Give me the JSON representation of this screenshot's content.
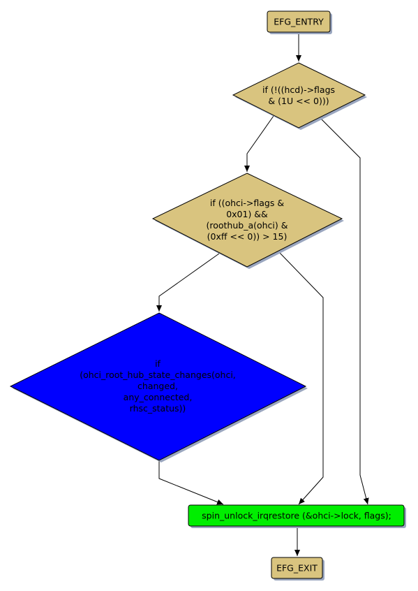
{
  "colors": {
    "terminal_fill": "#d9c47f",
    "decision_fill": "#d9c47f",
    "highlight_fill": "#0000ff",
    "action_fill": "#00ee00",
    "shadow": "#9aa6bf",
    "stroke": "#000000"
  },
  "nodes": {
    "entry": {
      "label": "EFG_ENTRY"
    },
    "cond1": {
      "lines": [
        "if (!((hcd)->flags",
        "& (1U << 0)))"
      ]
    },
    "cond2": {
      "lines": [
        "if ((ohci->flags &",
        "0x01) &&",
        "(roothub_a(ohci) &",
        "(0xff << 0)) > 15)"
      ]
    },
    "cond3": {
      "lines": [
        "if",
        "(ohci_root_hub_state_changes(ohci,",
        "changed,",
        "any_connected,",
        "rhsc_status))"
      ]
    },
    "action": {
      "label": "spin_unlock_irqrestore (&ohci->lock, flags);"
    },
    "exit": {
      "label": "EFG_EXIT"
    }
  }
}
